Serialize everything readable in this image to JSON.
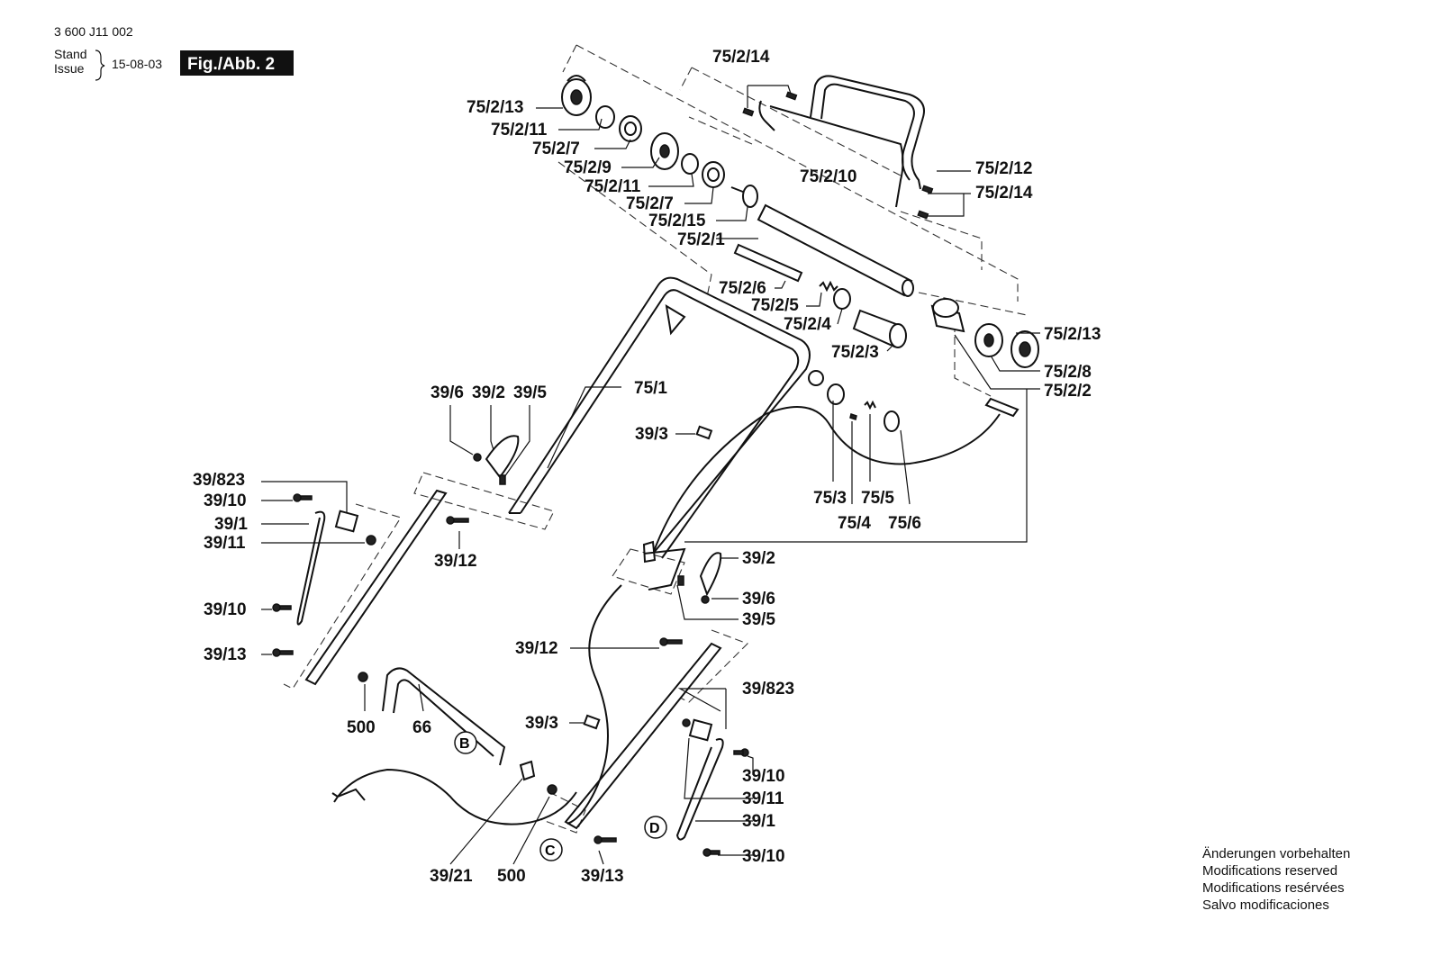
{
  "header": {
    "doc_number": "3 600 J11 002",
    "stand": "Stand",
    "issue": "Issue",
    "date": "15-08-03",
    "figure": "Fig./Abb. 2"
  },
  "labels": {
    "l_75_2_14_top": "75/2/14",
    "l_75_2_13_top": "75/2/13",
    "l_75_2_11_a": "75/2/11",
    "l_75_2_7_a": "75/2/7",
    "l_75_2_9": "75/2/9",
    "l_75_2_11_b": "75/2/11",
    "l_75_2_7_b": "75/2/7",
    "l_75_2_15": "75/2/15",
    "l_75_2_1": "75/2/1",
    "l_75_2_10": "75/2/10",
    "l_75_2_12": "75/2/12",
    "l_75_2_14_right": "75/2/14",
    "l_75_2_6": "75/2/6",
    "l_75_2_5": "75/2/5",
    "l_75_2_4": "75/2/4",
    "l_75_2_3": "75/2/3",
    "l_75_2_13_right": "75/2/13",
    "l_75_2_8": "75/2/8",
    "l_75_2_2": "75/2/2",
    "l_75_1": "75/1",
    "l_39_6_a": "39/6",
    "l_39_2_a": "39/2",
    "l_39_5_a": "39/5",
    "l_39_3_a": "39/3",
    "l_75_3": "75/3",
    "l_75_5": "75/5",
    "l_75_4": "75/4",
    "l_75_6": "75/6",
    "l_39_823_a": "39/823",
    "l_39_10_a": "39/10",
    "l_39_1_a": "39/1",
    "l_39_11_a": "39/11",
    "l_39_12_a": "39/12",
    "l_39_10_b": "39/10",
    "l_39_13_a": "39/13",
    "l_39_2_b": "39/2",
    "l_39_6_b": "39/6",
    "l_39_5_b": "39/5",
    "l_39_12_b": "39/12",
    "l_39_823_b": "39/823",
    "l_500_a": "500",
    "l_66": "66",
    "l_39_3_b": "39/3",
    "l_39_10_c": "39/10",
    "l_39_11_b": "39/11",
    "l_39_1_b": "39/1",
    "l_39_10_d": "39/10",
    "l_39_21": "39/21",
    "l_500_b": "500",
    "l_39_13_b": "39/13",
    "c_B": "B",
    "c_C": "C",
    "c_D": "D"
  },
  "footer_notes": [
    "Änderungen vorbehalten",
    "Modifications reserved",
    "Modifications resérvées",
    "Salvo modificaciones"
  ]
}
